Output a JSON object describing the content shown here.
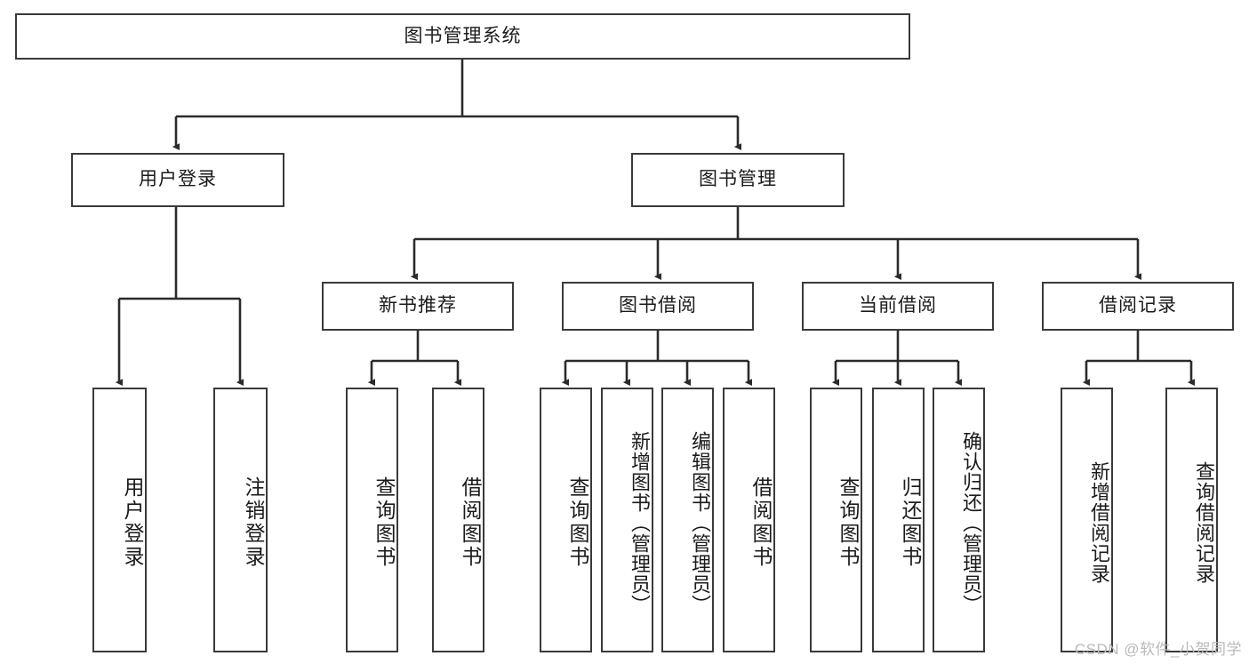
{
  "diagram": {
    "title": "图书管理系统",
    "type": "tree-hierarchy",
    "watermark": "CSDN @软件_小贺同学",
    "colors": {
      "box_border": "#3a3a3a",
      "box_fill": "#ffffff",
      "edge": "#2b2b2b",
      "text": "#1b1b1b",
      "watermark": "#b9b9b9",
      "background": "#ffffff"
    },
    "nodes": {
      "root": {
        "label": "图书管理系统"
      },
      "level2": [
        {
          "id": "user-login",
          "label": "用户登录"
        },
        {
          "id": "book-manage",
          "label": "图书管理"
        }
      ],
      "level3": [
        {
          "id": "new-book-recommend",
          "label": "新书推荐"
        },
        {
          "id": "book-borrow",
          "label": "图书借阅"
        },
        {
          "id": "current-borrow",
          "label": "当前借阅"
        },
        {
          "id": "borrow-record",
          "label": "借阅记录"
        }
      ],
      "leaves": [
        {
          "id": "leaf-user-login",
          "label": "用户登录",
          "parent": "user-login"
        },
        {
          "id": "leaf-logout-login",
          "label": "注销登录",
          "parent": "user-login"
        },
        {
          "id": "leaf-query-book-1",
          "label": "查询图书",
          "parent": "new-book-recommend"
        },
        {
          "id": "leaf-borrow-book-1",
          "label": "借阅图书",
          "parent": "new-book-recommend"
        },
        {
          "id": "leaf-query-book-2",
          "label": "查询图书",
          "parent": "book-borrow"
        },
        {
          "id": "leaf-add-book",
          "label": "新增图书（管理员）",
          "parent": "book-borrow"
        },
        {
          "id": "leaf-edit-book",
          "label": "编辑图书（管理员）",
          "parent": "book-borrow"
        },
        {
          "id": "leaf-borrow-book-2",
          "label": "借阅图书",
          "parent": "book-borrow"
        },
        {
          "id": "leaf-query-book-3",
          "label": "查询图书",
          "parent": "current-borrow"
        },
        {
          "id": "leaf-return-book",
          "label": "归还图书",
          "parent": "current-borrow"
        },
        {
          "id": "leaf-confirm-return",
          "label": "确认归还（管理员）",
          "parent": "current-borrow"
        },
        {
          "id": "leaf-add-record",
          "label": "新增借阅记录",
          "parent": "borrow-record"
        },
        {
          "id": "leaf-query-record",
          "label": "查询借阅记录",
          "parent": "borrow-record"
        }
      ]
    }
  }
}
